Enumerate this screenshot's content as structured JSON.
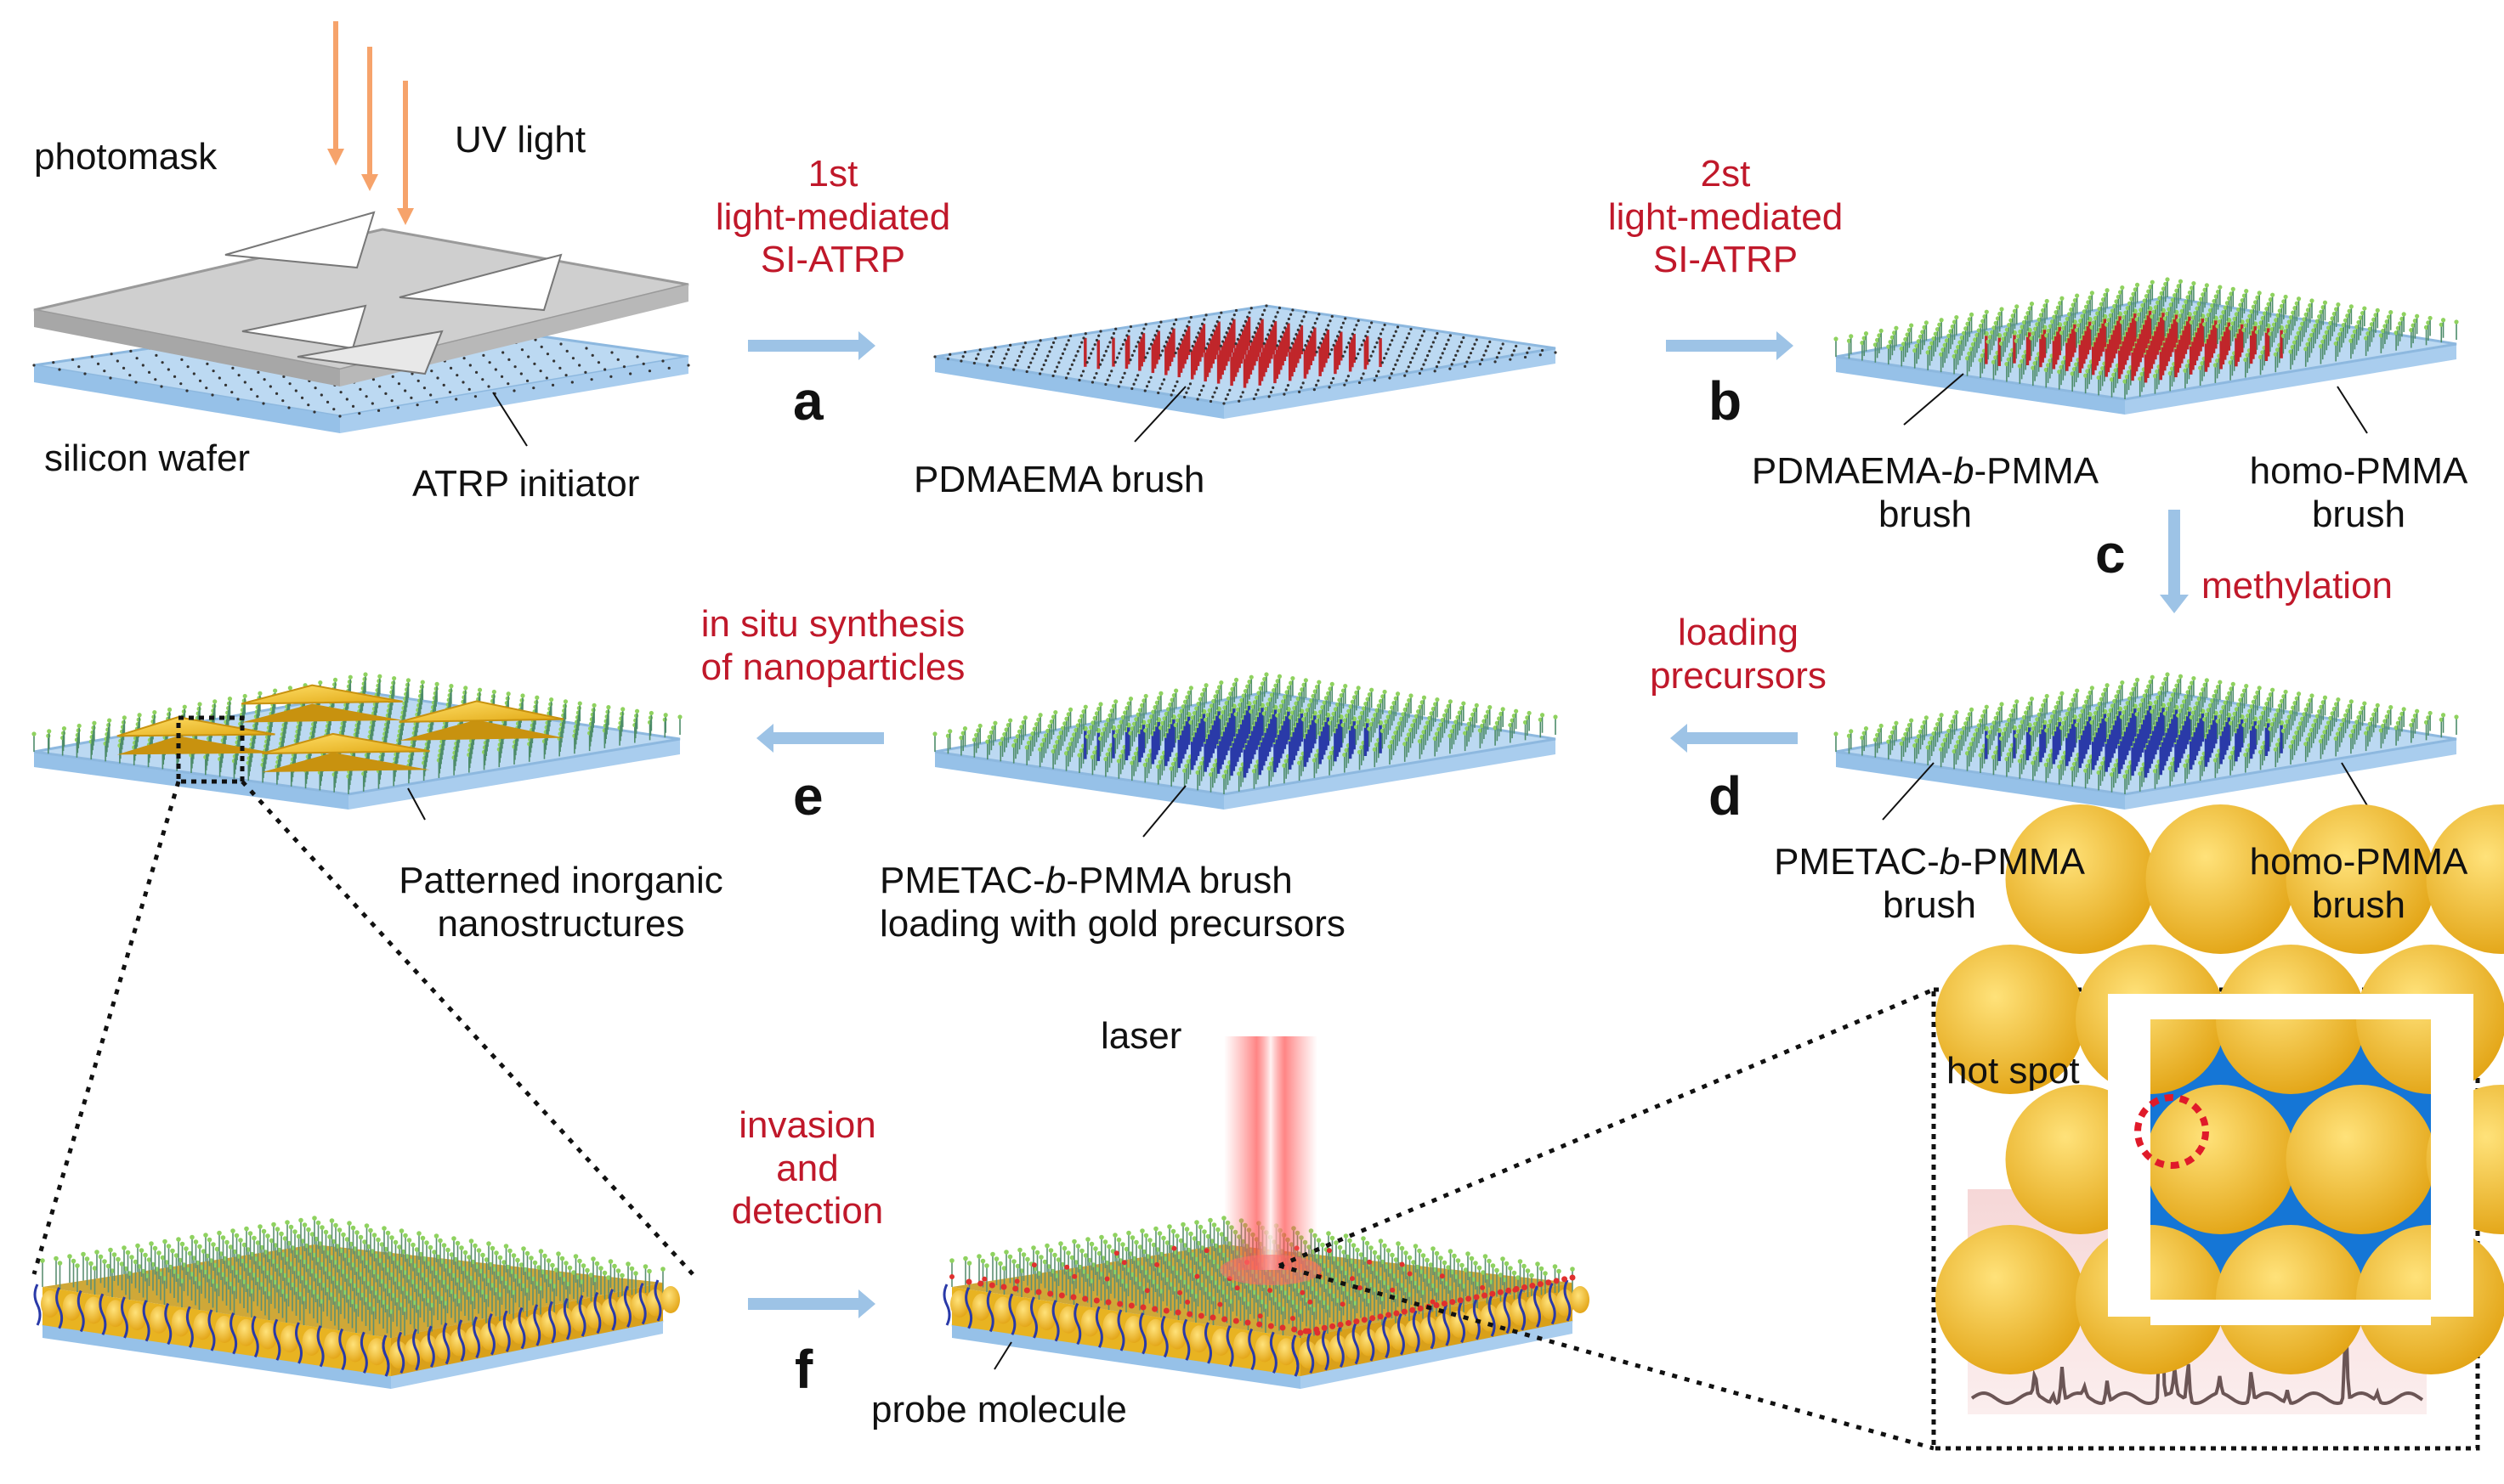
{
  "labels": {
    "photomask": "photomask",
    "uv_light": "UV light",
    "silicon_wafer": "silicon wafer",
    "atrp_initiator": "ATRP initiator",
    "pdmaema_brush": "PDMAEMA brush",
    "pdmaema_b_pmma_1": "PDMAEMA-",
    "pdmaema_b_pmma_b": "b",
    "pdmaema_b_pmma_2": "-PMMA",
    "brush": "brush",
    "homo_pmma": "homo-PMMA",
    "pmetac_b_pmma_1": "PMETAC-",
    "pmetac_b_pmma_b": "b",
    "pmetac_b_pmma_2": "-PMMA",
    "pmetac_loading_1": "PMETAC-",
    "pmetac_loading_b": "b",
    "pmetac_loading_2": "-PMMA brush",
    "loading_gold": "loading with gold precursors",
    "patterned_1": "Patterned inorganic",
    "patterned_2": "nanostructures",
    "laser": "laser",
    "probe_molecule": "probe molecule",
    "hot_spot": "hot spot"
  },
  "steps": {
    "a": {
      "letter": "a",
      "line1": "1st",
      "line2": "light-mediated",
      "line3": "SI-ATRP"
    },
    "b": {
      "letter": "b",
      "line1": "2st",
      "line2": "light-mediated",
      "line3": "SI-ATRP"
    },
    "c": {
      "letter": "c",
      "line1": "methylation"
    },
    "d": {
      "letter": "d",
      "line1": "loading",
      "line2": "precursors"
    },
    "e": {
      "letter": "e",
      "line1": "in situ synthesis",
      "line2": "of nanoparticles"
    },
    "f": {
      "letter": "f",
      "line1": "invasion",
      "line2": "and",
      "line3": "detection"
    }
  },
  "colors": {
    "annotation_red": "#c0182a",
    "arrow_blue": "#9dc3e6",
    "substrate_blue": "#bcd9f2",
    "pdmaema_red": "#c0262b",
    "pmetac_blue": "#2a3aa8",
    "pmma_green": "#8fd25f",
    "gold": "#f4c430"
  }
}
